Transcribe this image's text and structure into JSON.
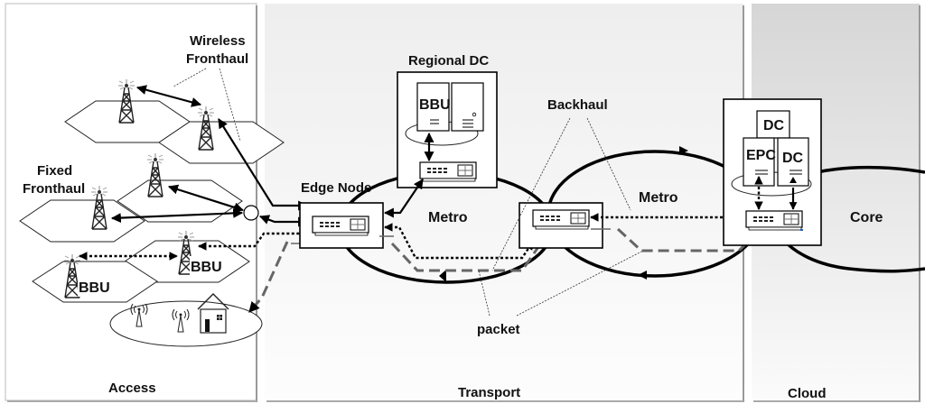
{
  "domains": {
    "access": {
      "label": "Access",
      "bg": "#ffffff"
    },
    "transport": {
      "label": "Transport",
      "bg": "#f0f0f0"
    },
    "cloud": {
      "label": "Cloud",
      "bg": "#d8d8d8"
    }
  },
  "labels": {
    "wireless_fronthaul_line1": "Wireless",
    "wireless_fronthaul_line2": "Fronthaul",
    "fixed_fronthaul_line1": "Fixed",
    "fixed_fronthaul_line2": "Fronthaul",
    "regional_dc": "Regional DC",
    "edge_node": "Edge Node",
    "backhaul": "Backhaul",
    "metro_left": "Metro",
    "metro_right": "Metro",
    "core": "Core",
    "packet": "packet"
  },
  "servers": {
    "regional_bbu": "BBU",
    "cell_bbu_1": "BBU",
    "cell_bbu_2": "BBU",
    "cloud_dc_top": "DC",
    "cloud_epc": "EPC",
    "cloud_dc_right": "DC"
  },
  "colors": {
    "ring": "#000000",
    "dashed_path": "#666666",
    "switch_accent": "#1f5fbf"
  }
}
